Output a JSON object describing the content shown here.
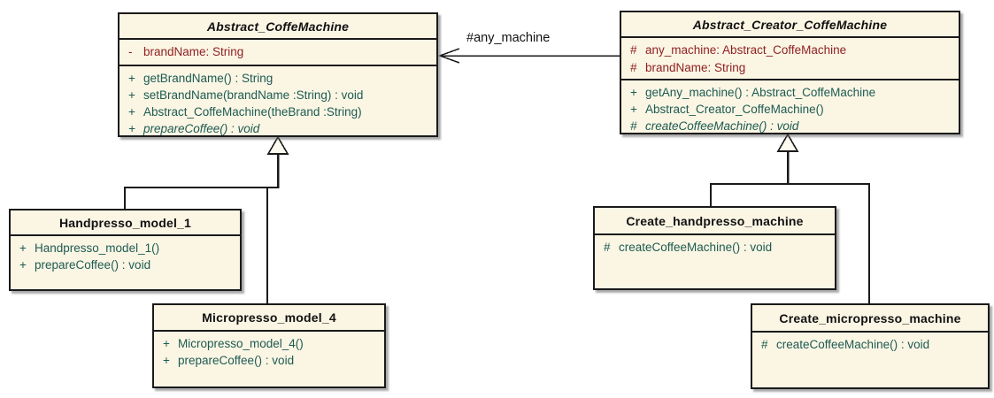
{
  "colors": {
    "box_fill": "#FBF5E4",
    "border_color": "#1A1A1A",
    "attr_color": "#8E1F1F",
    "method_color": "#1C5B52",
    "title_color": "#111111",
    "label_color": "#111111"
  },
  "classes": [
    {
      "name": "Abstract_CoffeMachine",
      "stereotype": "abstract",
      "attributes": [
        {
          "vis": "-",
          "sig": "brandName: String"
        }
      ],
      "methods": [
        {
          "vis": "+",
          "sig": "getBrandName() : String"
        },
        {
          "vis": "+",
          "sig": "setBrandName(brandName :String) : void"
        },
        {
          "vis": "+",
          "sig": "Abstract_CoffeMachine(theBrand :String)"
        },
        {
          "vis": "+",
          "sig": "prepareCoffee() : void",
          "abstract": true
        }
      ]
    },
    {
      "name": "Abstract_Creator_CoffeMachine",
      "stereotype": "abstract",
      "attributes": [
        {
          "vis": "#",
          "sig": "any_machine: Abstract_CoffeMachine"
        },
        {
          "vis": "#",
          "sig": "brandName: String"
        }
      ],
      "methods": [
        {
          "vis": "+",
          "sig": "getAny_machine() : Abstract_CoffeMachine"
        },
        {
          "vis": "+",
          "sig": "Abstract_Creator_CoffeMachine()"
        },
        {
          "vis": "#",
          "sig": "createCoffeeMachine() : void",
          "abstract": true
        }
      ]
    },
    {
      "name": "Handpresso_model_1",
      "stereotype": "concrete",
      "attributes": [],
      "methods": [
        {
          "vis": "+",
          "sig": "Handpresso_model_1()"
        },
        {
          "vis": "+",
          "sig": "prepareCoffee() : void"
        }
      ]
    },
    {
      "name": "Micropresso_model_4",
      "stereotype": "concrete",
      "attributes": [],
      "methods": [
        {
          "vis": "+",
          "sig": "Micropresso_model_4()"
        },
        {
          "vis": "+",
          "sig": "prepareCoffee() : void"
        }
      ]
    },
    {
      "name": "Create_handpresso_machine",
      "stereotype": "concrete",
      "attributes": [],
      "methods": [
        {
          "vis": "#",
          "sig": "createCoffeeMachine() : void"
        }
      ]
    },
    {
      "name": "Create_micropresso_machine",
      "stereotype": "concrete",
      "attributes": [],
      "methods": [
        {
          "vis": "#",
          "sig": "createCoffeeMachine() : void"
        }
      ]
    }
  ],
  "relationships": {
    "association_label": "#any_machine",
    "association": {
      "from": "Abstract_Creator_CoffeMachine",
      "to": "Abstract_CoffeMachine"
    },
    "generalizations": [
      {
        "from": "Handpresso_model_1",
        "to": "Abstract_CoffeMachine"
      },
      {
        "from": "Micropresso_model_4",
        "to": "Abstract_CoffeMachine"
      },
      {
        "from": "Create_handpresso_machine",
        "to": "Abstract_Creator_CoffeMachine"
      },
      {
        "from": "Create_micropresso_machine",
        "to": "Abstract_Creator_CoffeMachine"
      }
    ]
  }
}
